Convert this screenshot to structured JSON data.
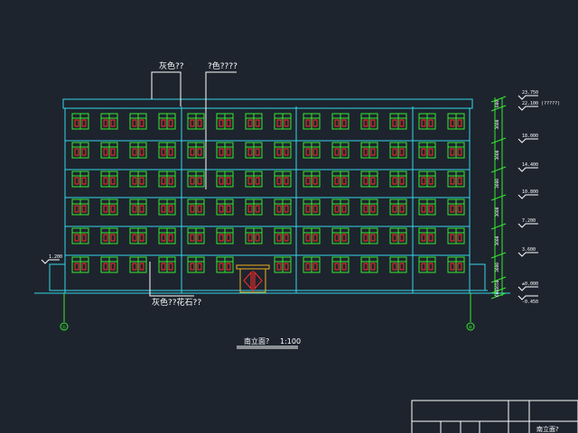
{
  "drawing": {
    "title": "南立面?",
    "scale": "1:100",
    "title_block_label": "南立面?"
  },
  "annotations": {
    "top_left": "灰色??",
    "top_right": "?色????",
    "bottom": "灰色??花石??"
  },
  "grid_axes": [
    "①",
    "⑥"
  ],
  "elevations": {
    "roof_top": "23.750",
    "roof": "22.100 (?????)",
    "level_6": "18.000",
    "level_5": "14.400",
    "level_4": "10.800",
    "level_3": "7.200",
    "level_2": "3.600",
    "ground": "±0.000",
    "outdoor": "-0.450",
    "left_step": "1.200"
  },
  "dim_values": [
    "600",
    "3600",
    "3600",
    "3600",
    "3600",
    "3600",
    "3600",
    "1650",
    "600"
  ],
  "building": {
    "window_rows": 6,
    "window_cols": 14
  },
  "colors": {
    "background": "#1d242e",
    "outline": "#35d6e8",
    "window_frame": "#37e82f",
    "window_glass": "#ff2a2a",
    "text": "#ffffff",
    "axis": "#37e82f",
    "door": "#f0b020"
  }
}
